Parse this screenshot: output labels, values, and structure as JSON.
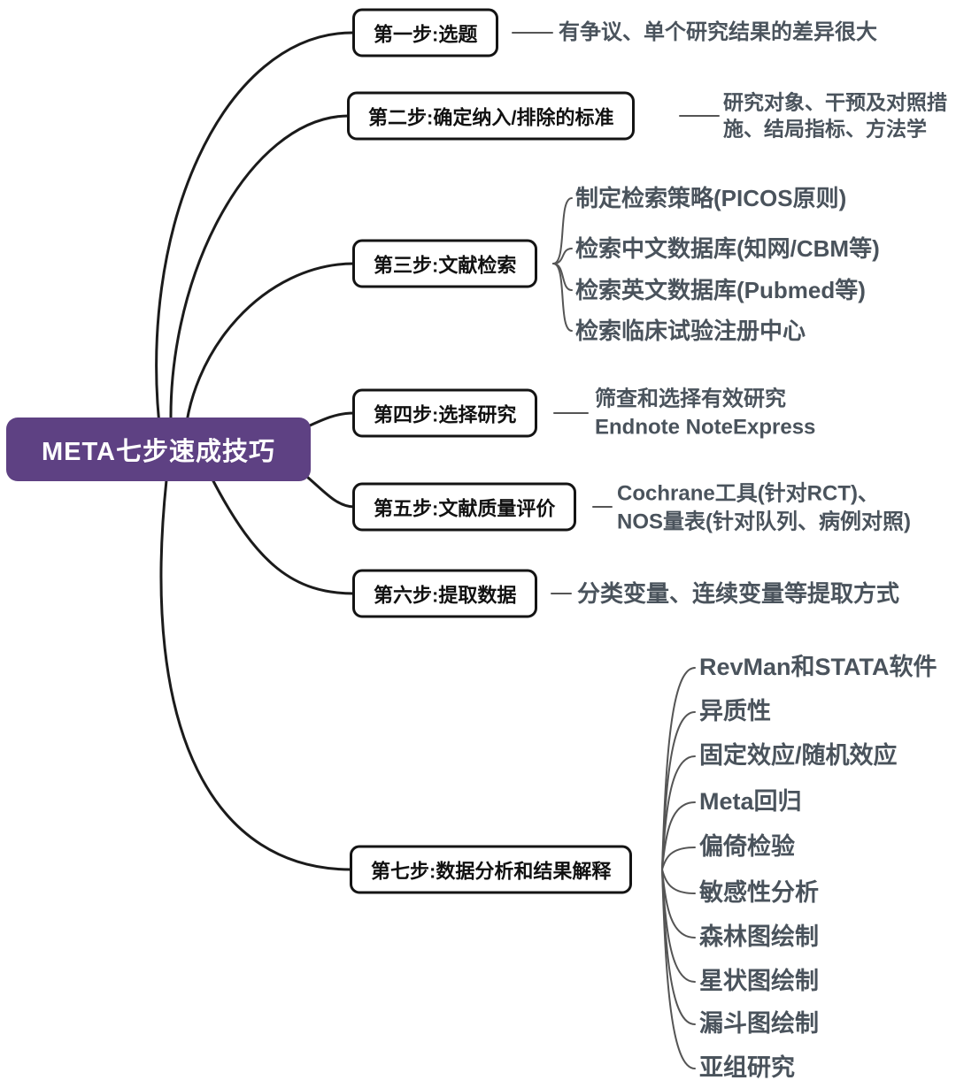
{
  "root": {
    "label": "META七步速成技巧"
  },
  "colors": {
    "root_bg": "#5E4183",
    "root_text": "#FFFFFF",
    "node_border": "#141414",
    "node_text": "#111111",
    "leaf_text": "#4A535C",
    "edge": "#1B1B1B",
    "connector": "#555555"
  },
  "steps": [
    {
      "label": "第一步:选题",
      "leaves": [
        {
          "lines": [
            "有争议、单个研究结果的差异很大"
          ]
        }
      ]
    },
    {
      "label": "第二步:确定纳入/排除的标准",
      "leaves": [
        {
          "lines": [
            "研究对象、干预及对照措",
            "施、结局指标、方法学"
          ]
        }
      ]
    },
    {
      "label": "第三步:文献检索",
      "leaves": [
        {
          "lines": [
            "制定检索策略(PICOS原则)"
          ]
        },
        {
          "lines": [
            "检索中文数据库(知网/CBM等)"
          ]
        },
        {
          "lines": [
            "检索英文数据库(Pubmed等)"
          ]
        },
        {
          "lines": [
            "检索临床试验注册中心"
          ]
        }
      ]
    },
    {
      "label": "第四步:选择研究",
      "leaves": [
        {
          "lines": [
            "筛查和选择有效研究",
            "Endnote NoteExpress"
          ]
        }
      ]
    },
    {
      "label": "第五步:文献质量评价",
      "leaves": [
        {
          "lines": [
            "Cochrane工具(针对RCT)、",
            "NOS量表(针对队列、病例对照)"
          ]
        }
      ]
    },
    {
      "label": "第六步:提取数据",
      "leaves": [
        {
          "lines": [
            "分类变量、连续变量等提取方式"
          ]
        }
      ]
    },
    {
      "label": "第七步:数据分析和结果解释",
      "leaves": [
        {
          "lines": [
            "RevMan和STATA软件"
          ]
        },
        {
          "lines": [
            "异质性"
          ]
        },
        {
          "lines": [
            "固定效应/随机效应"
          ]
        },
        {
          "lines": [
            "Meta回归"
          ]
        },
        {
          "lines": [
            "偏倚检验"
          ]
        },
        {
          "lines": [
            "敏感性分析"
          ]
        },
        {
          "lines": [
            "森林图绘制"
          ]
        },
        {
          "lines": [
            "星状图绘制"
          ]
        },
        {
          "lines": [
            "漏斗图绘制"
          ]
        },
        {
          "lines": [
            "亚组研究"
          ]
        }
      ]
    }
  ]
}
